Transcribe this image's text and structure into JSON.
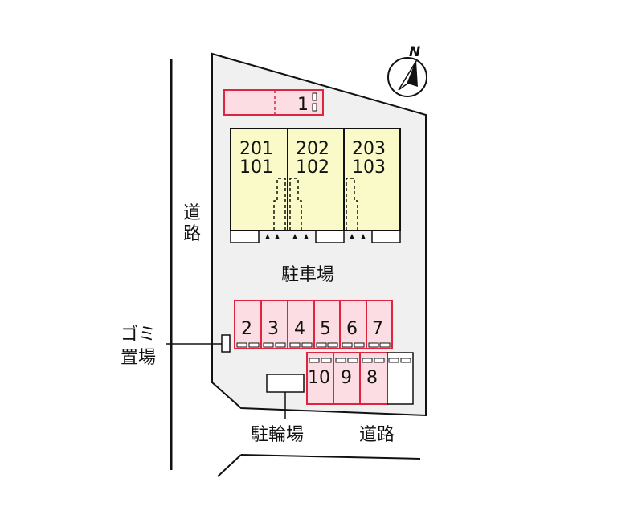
{
  "compass": {
    "label": "N"
  },
  "parking_top": {
    "label": "1"
  },
  "units": [
    {
      "upper": "201",
      "lower": "101"
    },
    {
      "upper": "202",
      "lower": "102"
    },
    {
      "upper": "203",
      "lower": "103"
    }
  ],
  "labels": {
    "road_left": "道路",
    "parking_lot": "駐車場",
    "garbage": "ゴミ置場",
    "bicycle": "駐輪場",
    "road_bottom": "道路"
  },
  "parking_row1": [
    "2",
    "3",
    "4",
    "5",
    "6",
    "7"
  ],
  "parking_row2": [
    "10",
    "9",
    "8"
  ],
  "colors": {
    "lot_fill": "#f0f0f0",
    "building_fill": "#fafac8",
    "parking_fill": "#fcdde3",
    "parking_stroke": "#e0243f",
    "outline": "#111111"
  }
}
